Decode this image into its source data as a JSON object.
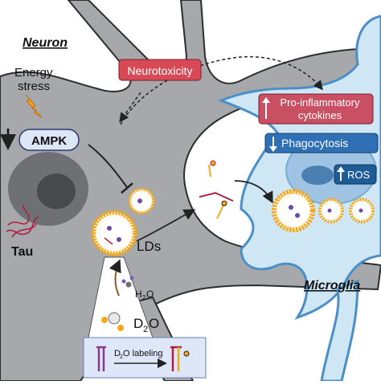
{
  "labels": {
    "neuron": "Neuron",
    "energy_stress": [
      "Energy",
      "stress"
    ],
    "ampk": "AMPK",
    "tau": "Tau",
    "lds": "LDs",
    "microglia": "Microglia",
    "h2o": "H",
    "h2o_sub": "2",
    "h2o_end": "O",
    "d2o": "D",
    "d2o_sub": "2",
    "d2o_end": "O",
    "labeling_prefix": "D",
    "labeling_sub": "2",
    "labeling_suffix": "O labeling"
  },
  "boxes": {
    "neurotoxicity": "Neurotoxicity",
    "proinflammatory": [
      "Pro-inflammatory",
      "cytokines"
    ],
    "phagocytosis": "Phagocytosis",
    "ros": "ROS"
  },
  "colors": {
    "neuron_fill": "#a6a8ab",
    "microglia_fill": "#cfe6f5",
    "microglia_edge": "#4b8fc7",
    "neurotoxicity_fill": "#d74a55",
    "cytokines_fill": "#c94f63",
    "phagocytosis_fill": "#2e6fb5",
    "ros_fill": "#1d5c96",
    "ampk_fill": "#dde6f6",
    "lipid_droplet": "#f4a81b",
    "tau_color": "#b01f3f"
  },
  "icons": [
    "lightning-icon",
    "down-arrow-icon",
    "up-arrow-icon",
    "inhibit-arrow-icon",
    "lipid-droplet-icon",
    "water-molecule-icon"
  ]
}
